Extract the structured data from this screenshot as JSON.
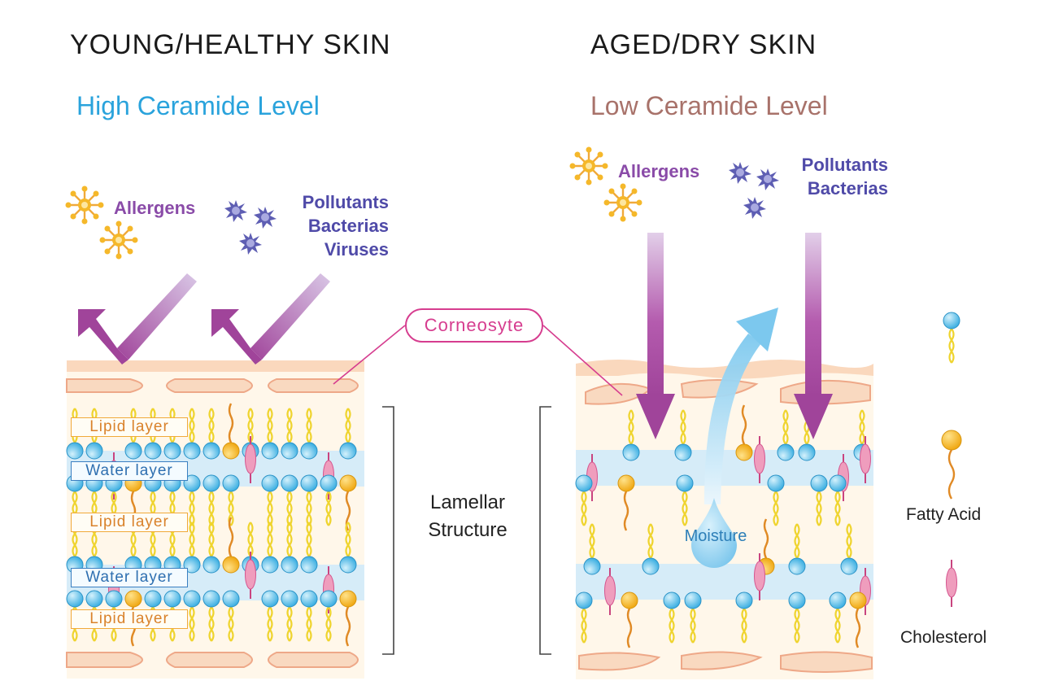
{
  "panels": {
    "left": {
      "title": "YOUNG/HEALTHY SKIN",
      "subtitle": "High Ceramide Level",
      "allergens_label": "Allergens",
      "pollutants_lines": [
        "Pollutants",
        "Bacterias",
        "Viruses"
      ],
      "layers": [
        "Lipid layer",
        "Water layer",
        "Lipid layer",
        "Water layer",
        "Lipid layer"
      ]
    },
    "right": {
      "title": "AGED/DRY SKIN",
      "subtitle": "Low Ceramide Level",
      "allergens_label": "Allergens",
      "pollutants_lines": [
        "Pollutants",
        "Bacterias"
      ],
      "moisture_label": "Moisture"
    }
  },
  "callout": {
    "label": "Corneosyte"
  },
  "bracket_label": [
    "Lamellar",
    "Structure"
  ],
  "legend": {
    "fatty_acid": "Fatty Acid",
    "cholesterol": "Cholesterol"
  },
  "colors": {
    "subtitle_left": "#2aa3dc",
    "subtitle_right": "#a8726a",
    "allergens_text": "#8a4ba8",
    "pollutants_text": "#4f4aa8",
    "arrow": "#a0449a",
    "water_band": "#d6ecf8",
    "skin_bg": "#fff7ea",
    "corneocyte": "#f9d9c0",
    "callout": "#d63d8f",
    "moisture": "#7cc8ee",
    "ceramide_head": "#4fb9e6",
    "fatty_acid_head": "#f3b324",
    "cholesterol": "#ee9dbc",
    "lipid_tail": "#efd42e"
  },
  "icons": [
    "allergen-pollen-icon",
    "pollutant-star-icon",
    "fatty-acid-icon",
    "cholesterol-icon"
  ]
}
